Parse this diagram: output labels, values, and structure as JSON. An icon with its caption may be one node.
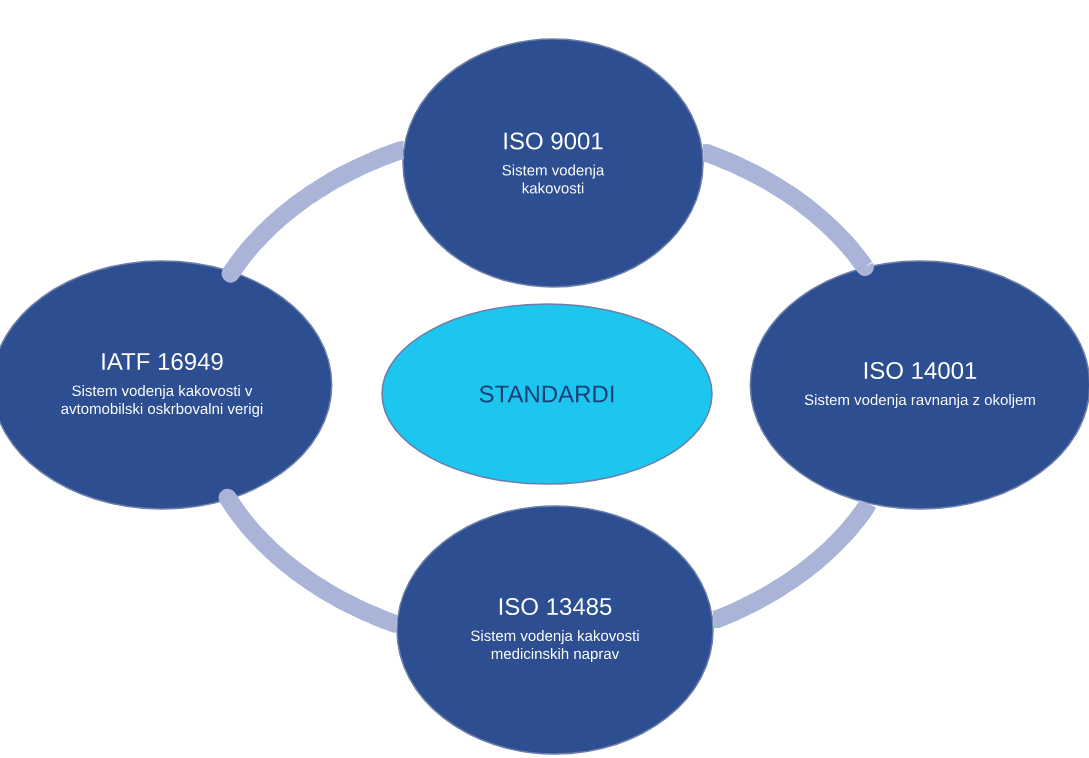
{
  "diagram": {
    "nodes": [
      {
        "text": [
          "ISO 9001",
          "Sistem vodenja kakovosti"
        ]
      },
      {
        "text": [
          "IATF 16949",
          "Sistem vodenja kakovosti v avtomobilski oskrbovalni verigi"
        ]
      },
      {
        "text": [
          "STANDARDI"
        ]
      },
      {
        "text": [
          "ISO 14001",
          "Sistem vodenja ravnanja z okoljem"
        ]
      },
      {
        "text": [
          "ISO 13485",
          "Sistem vodenja kakovosti medicinskih naprav"
        ]
      }
    ],
    "edges": [
      {
        "from": 0,
        "to": 3,
        "arrow": "none"
      },
      {
        "from": 3,
        "to": 4,
        "arrow": "none"
      },
      {
        "from": 4,
        "to": 1,
        "arrow": "none"
      },
      {
        "from": 1,
        "to": 0,
        "arrow": "none"
      }
    ]
  }
}
